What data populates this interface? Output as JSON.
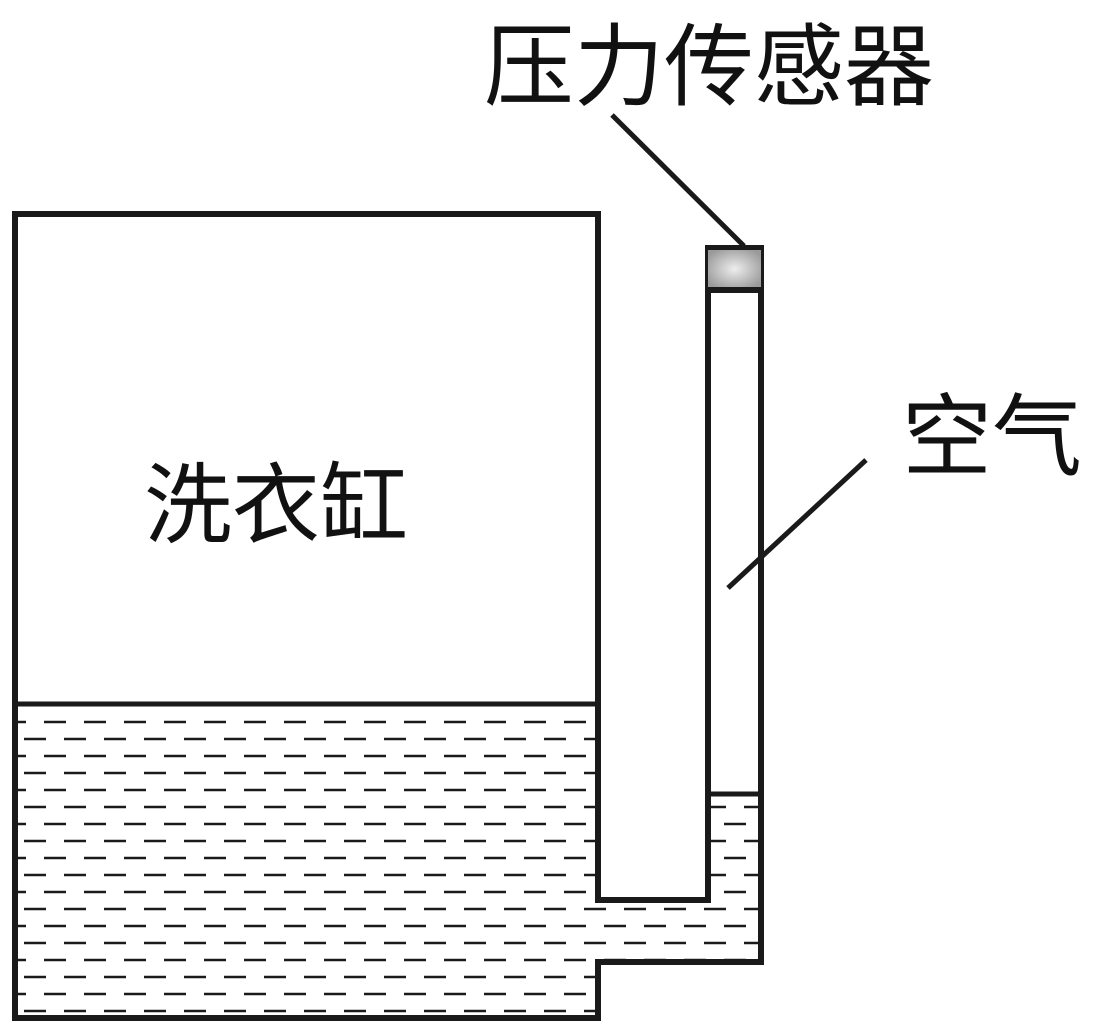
{
  "labels": {
    "sensor": "压力传感器",
    "air": "空气",
    "tub": "洗衣缸"
  },
  "colors": {
    "outline": "#1a1a1a",
    "water_dash": "#1a1a1a",
    "sensor_fill_center": "#eeeeee",
    "sensor_fill_edge": "#9a9a9a",
    "background": "#ffffff"
  }
}
